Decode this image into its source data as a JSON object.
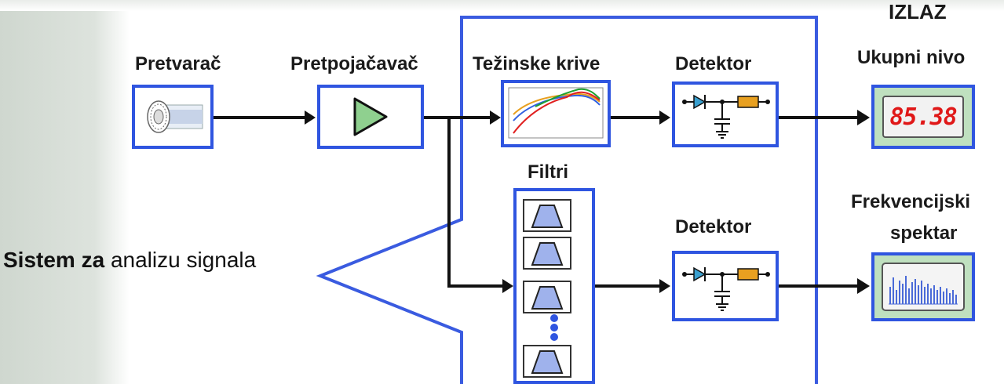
{
  "labels": {
    "izlaz": "IZLAZ",
    "pretvarac": "Pretvarač",
    "pretpojacavac": "Pretpojačavač",
    "tezinske_krive": "Težinske krive",
    "detektor_top": "Detektor",
    "ukupni_nivo": "Ukupni nivo",
    "filtri": "Filtri",
    "frekvencijski": "Frekvencijski",
    "spektar": "spektar",
    "detektor_bottom": "Detektor"
  },
  "callout": {
    "bold_part": "Sistem za",
    "normal_part": " analizu signala"
  },
  "display_value": "85.38",
  "colors": {
    "accent_blue": "#2f55e0",
    "wire": "#111111",
    "display_digits": "#e01818",
    "amp_triangle": "#8fd08f",
    "filter_fill": "#9fb2ec"
  },
  "icons": [
    "transducer-icon",
    "amplifier-icon",
    "weighting-curves-icon",
    "detector-icon",
    "display-icon",
    "filter-bank-icon",
    "spectrum-icon"
  ]
}
